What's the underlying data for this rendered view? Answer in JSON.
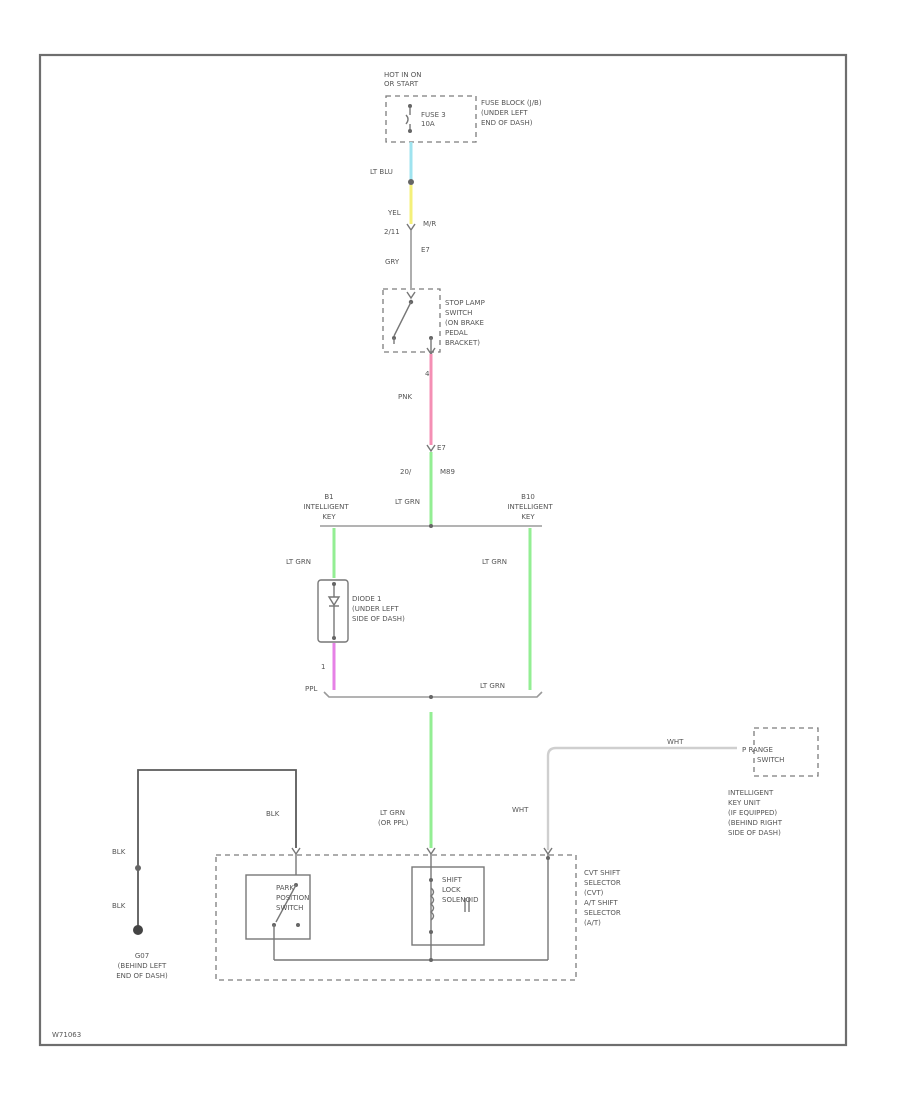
{
  "wire_colors": {
    "lt_blu": "#9fe3ef",
    "yel": "#f4f07a",
    "pnk": "#f48fb4",
    "lt_grn": "#93ee93",
    "ppl": "#e681e6",
    "wht": "#cfcfcf",
    "blk": "#5a5a5a"
  },
  "labels": {
    "hot_in_on": [
      "HOT IN ON",
      "OR START"
    ],
    "fuse_small": [
      "FUSE 3",
      "10A"
    ],
    "fuse_block": [
      "FUSE BLOCK (J/B)",
      "(UNDER LEFT",
      "END OF DASH)"
    ],
    "lt_blu": "LT BLU",
    "yel": "YEL",
    "conn_top": "2/11",
    "conn_top_b": "M/R",
    "pin_e7_top": "E7",
    "gry": "GRY",
    "stop_lamp": [
      "STOP LAMP",
      "SWITCH",
      "(ON BRAKE",
      "PEDAL",
      "BRACKET)"
    ],
    "pin_4": "4",
    "pnk": "PNK",
    "pin_e7": "E7",
    "conn_20": "20/",
    "conn_m89": "M89",
    "lt_grn_top": "LT GRN",
    "left_junction": [
      "B1",
      "INTELLIGENT",
      "KEY"
    ],
    "right_junction": [
      "B10",
      "INTELLIGENT",
      "KEY"
    ],
    "lt_grn_left": "LT GRN",
    "lt_grn_right": "LT GRN",
    "diode": [
      "DIODE 1",
      "(UNDER LEFT",
      "SIDE OF DASH)"
    ],
    "pin_1": "1",
    "ppl": "PPL",
    "lt_grn_mid": "LT GRN",
    "lt_grn_bottom": [
      "LT GRN",
      "(OR PPL)"
    ],
    "blk_top": "BLK",
    "wht_left": "WHT",
    "wht_top": "WHT",
    "p_range": [
      "P RANGE",
      "SWITCH"
    ],
    "intelligent_key": [
      "INTELLIGENT",
      "KEY UNIT",
      "(IF EQUIPPED)",
      "(BEHIND RIGHT",
      "SIDE OF DASH)"
    ],
    "blk_ground_1": "BLK",
    "blk_ground_2": "BLK",
    "ground": [
      "G07",
      "(BEHIND LEFT",
      "END OF DASH)"
    ],
    "park_switch": [
      "PARK",
      "POSITION",
      "SWITCH"
    ],
    "shift_solenoid": [
      "SHIFT",
      "LOCK",
      "SOLENOID"
    ],
    "selector": [
      "CVT SHIFT",
      "SELECTOR",
      "(CVT)",
      "A/T SHIFT",
      "SELECTOR",
      "(A/T)"
    ],
    "diagram_id": "W71063"
  }
}
